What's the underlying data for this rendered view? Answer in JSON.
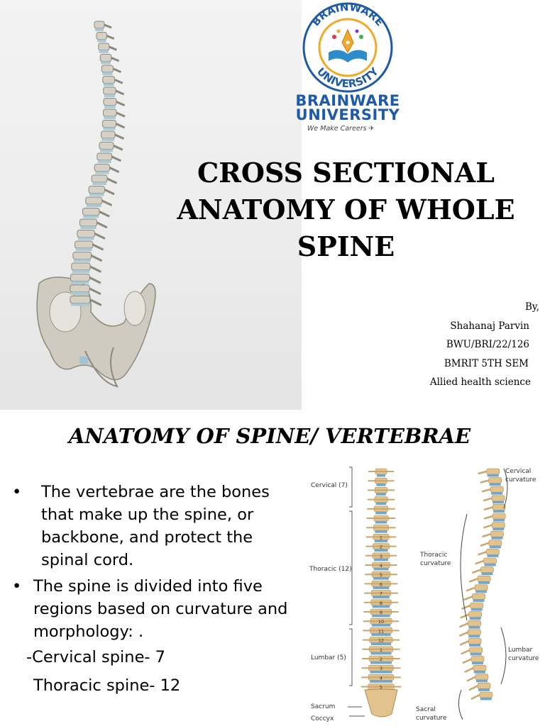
{
  "slide1": {
    "logo": {
      "seal_text_top": "BRAINWARE",
      "seal_text_bottom": "UNIVERSITY",
      "wordmark_line1": "BRAINWARE",
      "wordmark_line2": "UNIVERSITY",
      "tagline": "We Make Careers",
      "brand_color": "#1d5aa8",
      "accent_color": "#f2a92b"
    },
    "title_lines": [
      "CROSS SECTIONAL",
      "ANATOMY OF WHOLE",
      "SPINE"
    ],
    "byline": {
      "by": "By,",
      "name": "Shahanaj Parvin",
      "reg_no": "BWU/BRI/22/126",
      "semester": "BMRIT 5TH SEM",
      "department": "Allied health science"
    }
  },
  "slide2": {
    "title": "ANATOMY OF SPINE/ VERTEBRAE",
    "bullets": [
      "The vertebrae are the bones that make up the spine, or backbone, and protect the spinal cord.",
      "The spine is divided into five regions based on curvature and morphology: ."
    ],
    "sub_items": [
      "-Cervical spine- 7",
      "Thoracic spine- 12"
    ],
    "diagram": {
      "front_labels": [
        "Cervical (7)",
        "Thoracic (12)",
        "Lumbar (5)",
        "Sacrum",
        "Coccyx"
      ],
      "side_labels": [
        "Cervical curvature",
        "Thoracic curvature",
        "Lumbar curvature",
        "Sacral curvature"
      ],
      "vertebra_numbers": [
        "1",
        "2",
        "3",
        "4",
        "5",
        "6",
        "7",
        "8",
        "9",
        "10",
        "11",
        "12",
        "1",
        "2",
        "3",
        "4",
        "5"
      ]
    }
  }
}
